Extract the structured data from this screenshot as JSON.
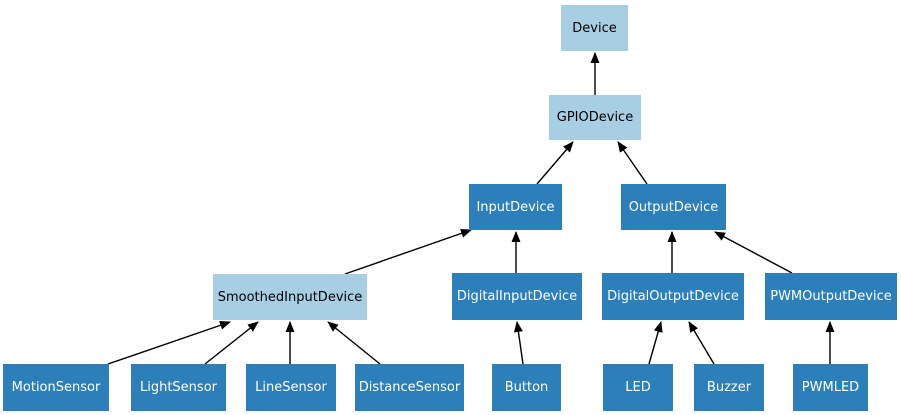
{
  "diagram": {
    "type": "inheritance-diagram",
    "colors": {
      "node_dark_fill": "#2c7fb8",
      "node_light_fill": "#a8cee4",
      "text_on_dark": "#ffffff",
      "text_on_light": "#000000",
      "edge_stroke": "#000000",
      "background": "#ffffff"
    },
    "nodes": [
      {
        "id": "Device",
        "label": "Device",
        "variant": "light"
      },
      {
        "id": "GPIODevice",
        "label": "GPIODevice",
        "variant": "light"
      },
      {
        "id": "InputDevice",
        "label": "InputDevice",
        "variant": "dark"
      },
      {
        "id": "OutputDevice",
        "label": "OutputDevice",
        "variant": "dark"
      },
      {
        "id": "SmoothedInputDevice",
        "label": "SmoothedInputDevice",
        "variant": "light"
      },
      {
        "id": "DigitalInputDevice",
        "label": "DigitalInputDevice",
        "variant": "dark"
      },
      {
        "id": "DigitalOutputDevice",
        "label": "DigitalOutputDevice",
        "variant": "dark"
      },
      {
        "id": "PWMOutputDevice",
        "label": "PWMOutputDevice",
        "variant": "dark"
      },
      {
        "id": "MotionSensor",
        "label": "MotionSensor",
        "variant": "dark"
      },
      {
        "id": "LightSensor",
        "label": "LightSensor",
        "variant": "dark"
      },
      {
        "id": "LineSensor",
        "label": "LineSensor",
        "variant": "dark"
      },
      {
        "id": "DistanceSensor",
        "label": "DistanceSensor",
        "variant": "dark"
      },
      {
        "id": "Button",
        "label": "Button",
        "variant": "dark"
      },
      {
        "id": "LED",
        "label": "LED",
        "variant": "dark"
      },
      {
        "id": "Buzzer",
        "label": "Buzzer",
        "variant": "dark"
      },
      {
        "id": "PWMLED",
        "label": "PWMLED",
        "variant": "dark"
      }
    ],
    "edges": [
      {
        "from": "GPIODevice",
        "to": "Device"
      },
      {
        "from": "InputDevice",
        "to": "GPIODevice"
      },
      {
        "from": "OutputDevice",
        "to": "GPIODevice"
      },
      {
        "from": "SmoothedInputDevice",
        "to": "InputDevice"
      },
      {
        "from": "DigitalInputDevice",
        "to": "InputDevice"
      },
      {
        "from": "DigitalOutputDevice",
        "to": "OutputDevice"
      },
      {
        "from": "PWMOutputDevice",
        "to": "OutputDevice"
      },
      {
        "from": "MotionSensor",
        "to": "SmoothedInputDevice"
      },
      {
        "from": "LightSensor",
        "to": "SmoothedInputDevice"
      },
      {
        "from": "LineSensor",
        "to": "SmoothedInputDevice"
      },
      {
        "from": "DistanceSensor",
        "to": "SmoothedInputDevice"
      },
      {
        "from": "Button",
        "to": "DigitalInputDevice"
      },
      {
        "from": "LED",
        "to": "DigitalOutputDevice"
      },
      {
        "from": "Buzzer",
        "to": "DigitalOutputDevice"
      },
      {
        "from": "PWMLED",
        "to": "PWMOutputDevice"
      }
    ]
  }
}
